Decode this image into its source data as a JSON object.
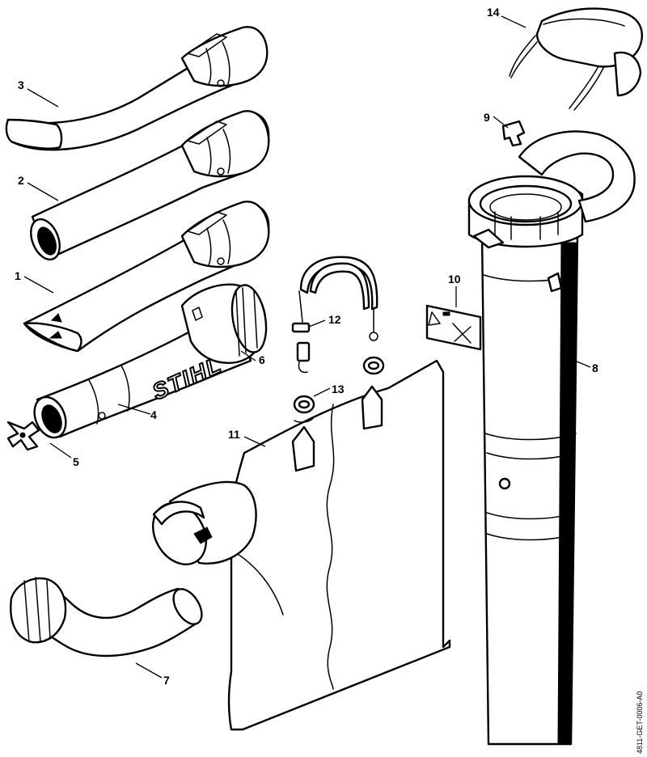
{
  "diagram": {
    "brand_mark": "STIHL",
    "drawing_code": "4811-GET-0006-A0",
    "callouts": [
      {
        "id": "callout-1",
        "label": "1"
      },
      {
        "id": "callout-2",
        "label": "2"
      },
      {
        "id": "callout-3",
        "label": "3"
      },
      {
        "id": "callout-4",
        "label": "4"
      },
      {
        "id": "callout-5",
        "label": "5"
      },
      {
        "id": "callout-6",
        "label": "6"
      },
      {
        "id": "callout-7",
        "label": "7"
      },
      {
        "id": "callout-8",
        "label": "8"
      },
      {
        "id": "callout-9",
        "label": "9"
      },
      {
        "id": "callout-10",
        "label": "10"
      },
      {
        "id": "callout-11",
        "label": "11"
      },
      {
        "id": "callout-12",
        "label": "12"
      },
      {
        "id": "callout-13",
        "label": "13"
      },
      {
        "id": "callout-14",
        "label": "14"
      }
    ]
  }
}
